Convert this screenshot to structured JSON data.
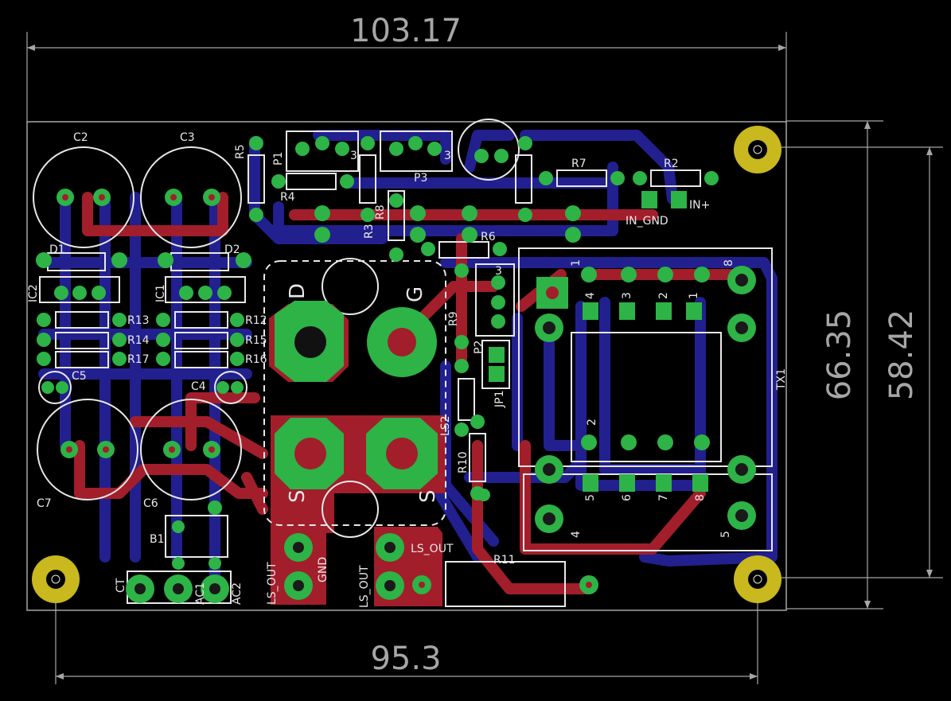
{
  "dimensions": {
    "top_width": "103.17",
    "bottom_width": "95.3",
    "right_height_outer": "66.35",
    "right_height_inner": "58.42"
  },
  "labels": {
    "c2": "C2",
    "c3": "C3",
    "c4": "C4",
    "c5": "C5",
    "c6": "C6",
    "c7": "C7",
    "d1": "D1",
    "d2": "D2",
    "ic1": "IC1",
    "ic2": "IC2",
    "r2": "R2",
    "r3": "R3",
    "r4": "R4",
    "r5": "R5",
    "r6": "R6",
    "r7": "R7",
    "r8": "R8",
    "r9": "R9",
    "r10": "R10",
    "r11": "R11",
    "r12": "R12",
    "r13": "R13",
    "r14": "R14",
    "r15": "R15",
    "r16": "R16",
    "r17": "R17",
    "p1": "P1",
    "p2": "P2",
    "p3": "P3",
    "b1": "B1",
    "jp1": "JP1",
    "tx1": "TX1",
    "ls2": "LS2",
    "in_gnd": "IN_GND",
    "in_plus": "IN+",
    "ct": "CT",
    "ac1": "AC1",
    "ac2": "AC2",
    "ls_out_a": "LS_OUT",
    "ls_out_b": "LS_OUT",
    "ls_out_c": "LS_OUT",
    "gnd": "GND",
    "d": "D",
    "g": "G",
    "s_left": "S",
    "s_right": "S",
    "pin1": "1",
    "pin2": "2",
    "pin4": "4",
    "pin5": "5",
    "pin8": "8",
    "hdr1": "1",
    "hdr2": "2",
    "hdr3": "3",
    "hdr4": "4",
    "hdr5": "5",
    "hdr6": "6",
    "hdr7": "7",
    "hdr8": "8",
    "p_three_a": "3",
    "p_three_b": "3",
    "p_three_c": "3"
  },
  "colors": {
    "background": "#000000",
    "top_copper": "#a21e2b",
    "bottom_copper": "#22208f",
    "pad": "#2db346",
    "drill": "#1a1a1a",
    "silkscreen": "#e8e8e8",
    "dimension": "#a6a6a6",
    "mounting_hole": "#c9b81e",
    "via_ring": "#cfcf38"
  }
}
